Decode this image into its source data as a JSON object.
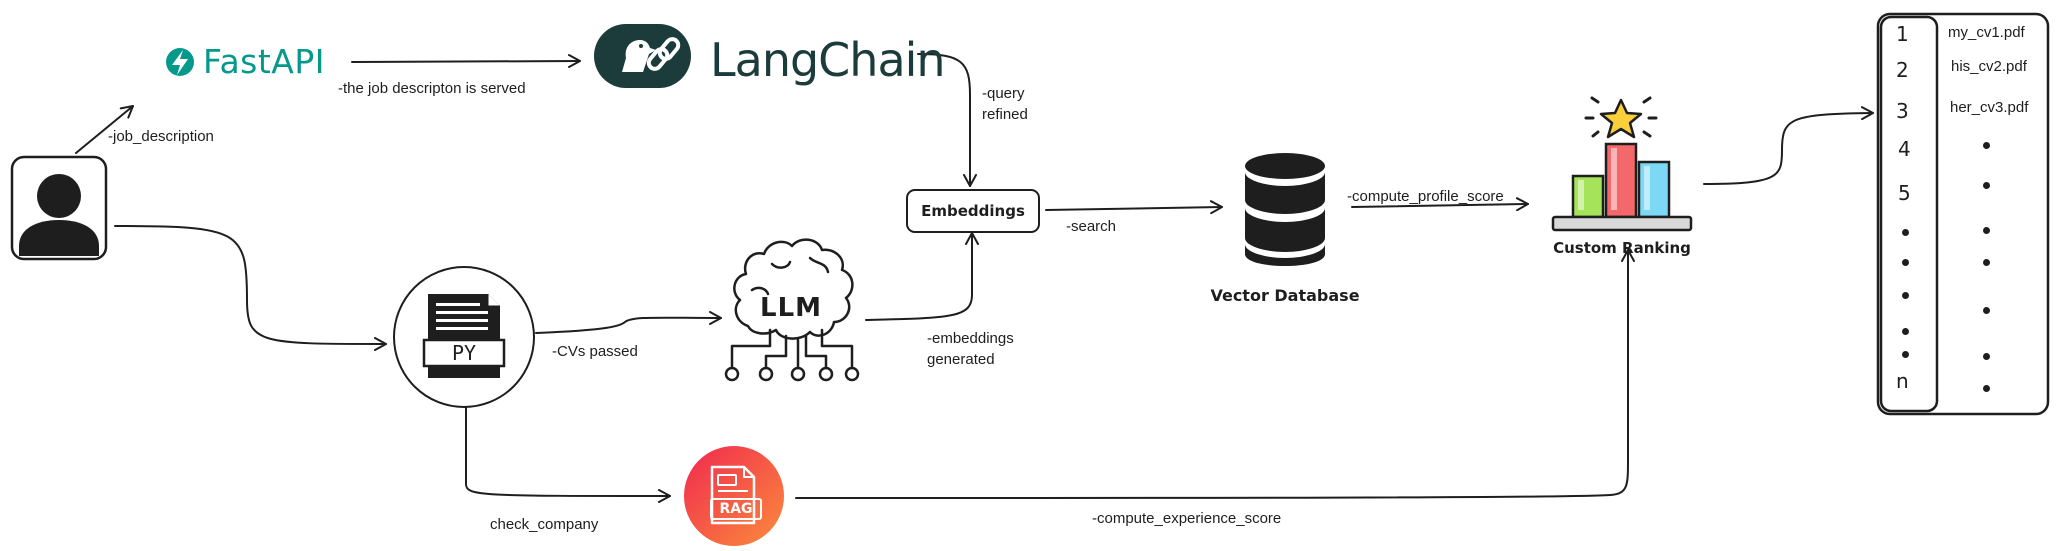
{
  "nodes": {
    "fastapi": "FastAPI",
    "langchain": "LangChain",
    "embeddings": "Embeddings",
    "llm": "LLM",
    "py": "PY",
    "rag": "RAG",
    "vector_db": "Vector Database",
    "custom_ranking": "Custom Ranking"
  },
  "edges": {
    "job_description": "-job_description",
    "job_served": "-the job descripton is served",
    "query_refined_1": "-query",
    "query_refined_2": "refined",
    "search": "-search",
    "cvs_passed": "-CVs passed",
    "embeddings_generated_1": "-embeddings",
    "embeddings_generated_2": "generated",
    "compute_profile_score": "-compute_profile_score",
    "check_company": "check_company",
    "compute_experience_score": "-compute_experience_score"
  },
  "ranking_list": {
    "numbers": [
      "1",
      "2",
      "3",
      "4",
      "5",
      "n"
    ],
    "files": [
      "my_cv1.pdf",
      "his_cv2.pdf",
      "her_cv3.pdf"
    ]
  },
  "colors": {
    "fastapi": "#05998b",
    "langchain_dark": "#1c3c3c",
    "rag_start": "#f0294f",
    "rag_end": "#fb8c3c",
    "bar_green": "#a5e35a",
    "bar_red": "#f3696b",
    "bar_blue": "#7dd8f5",
    "star": "#fbcf3c"
  }
}
